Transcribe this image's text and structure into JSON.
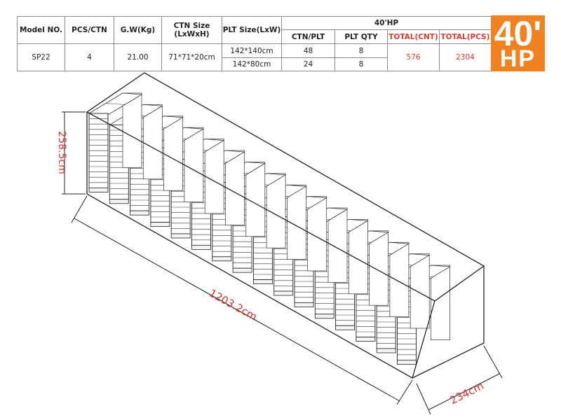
{
  "table": {
    "headers": {
      "model_no": "Model NO.",
      "pcs_ctn": "PCS/CTN",
      "gw": "G.W(Kg)",
      "ctn_size": "CTN Size\n(LxWxH)",
      "plt_size": "PLT Size(LxW)",
      "container_group": "40'HP",
      "ctn_plt": "CTN/PLT",
      "plt_qty": "PLT QTY",
      "total_cnt": "TOTAL(CNT)",
      "total_pcs": "TOTAL(PCS)"
    },
    "row": {
      "model_no": "SP22",
      "pcs_ctn": "4",
      "gw": "21.00",
      "ctn_size": "71*71*20cm",
      "plt_rows": [
        {
          "plt_size": "142*140cm",
          "ctn_plt": "48",
          "plt_qty": "8"
        },
        {
          "plt_size": "142*80cm",
          "ctn_plt": "24",
          "plt_qty": "8"
        }
      ],
      "total_cnt": "576",
      "total_pcs": "2304"
    }
  },
  "badge": {
    "line1": "40'",
    "line2": "HP"
  },
  "dimensions": {
    "height": "258.5cm",
    "length": "1203.2cm",
    "width": "234cm"
  },
  "colors": {
    "badge_bg": "#f08222",
    "dimension_text": "#d9342b",
    "total_text": "#e03a2f"
  },
  "load": {
    "stacks_along_length": 16,
    "cartons_per_stack": 14
  }
}
